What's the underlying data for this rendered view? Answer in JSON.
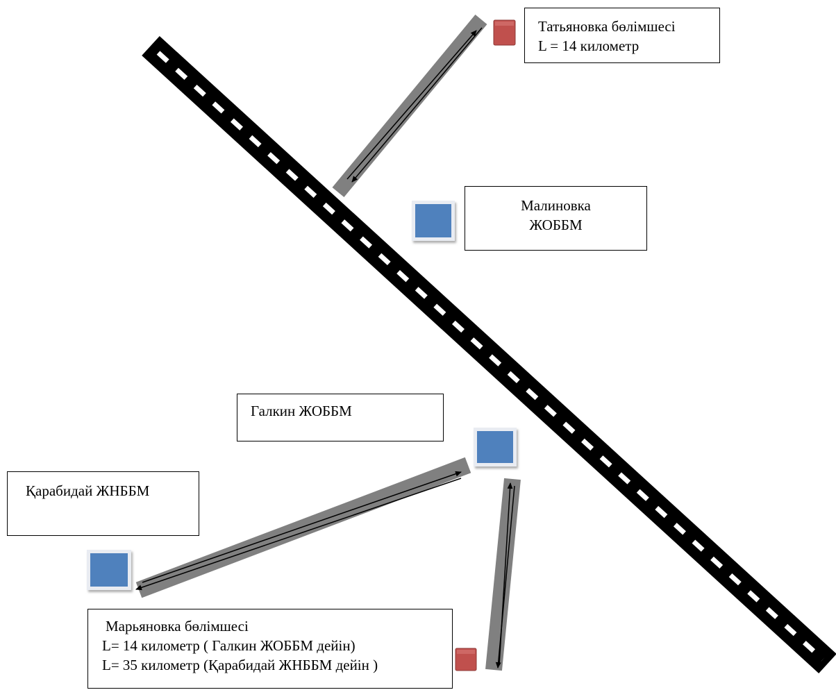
{
  "colors": {
    "road": "#000000",
    "road_dash": "#ffffff",
    "route_band": "#808080",
    "route_line": "#000000",
    "school_marker": "#4f81bd",
    "branch_marker": "#c0504d"
  },
  "labels": {
    "tatyanovka": {
      "line1": "Татьяновка бөлімшесі",
      "line2": "L = 14 километр"
    },
    "malinovka": {
      "line1": "Малиновка",
      "line2": "ЖОББМ"
    },
    "galkin": {
      "line1": "Галкин ЖОББМ"
    },
    "karabiday": {
      "line1": "Қарабидай ЖНББМ"
    },
    "maryanovka": {
      "line1": "Марьяновка бөлімшесі",
      "line2": "L= 14 километр ( Галкин ЖОББМ дейін)",
      "line3": "L= 35 километр (Қарабидай ЖНББМ дейін )"
    }
  },
  "routes": [
    {
      "from": "Татьяновка бөлімшесі",
      "to": "Малиновка ЖОББМ",
      "distance_km": 14
    },
    {
      "from": "Марьяновка бөлімшесі",
      "to": "Галкин ЖОББМ",
      "distance_km": 14
    },
    {
      "from": "Марьяновка бөлімшесі",
      "to": "Қарабидай ЖНББМ",
      "distance_km": 35
    }
  ],
  "markers": {
    "schools": [
      "malinovka-school-marker",
      "galkin-school-marker",
      "karabiday-school-marker"
    ],
    "branches": [
      "tatyanovka-branch-marker",
      "maryanovka-branch-marker"
    ]
  }
}
